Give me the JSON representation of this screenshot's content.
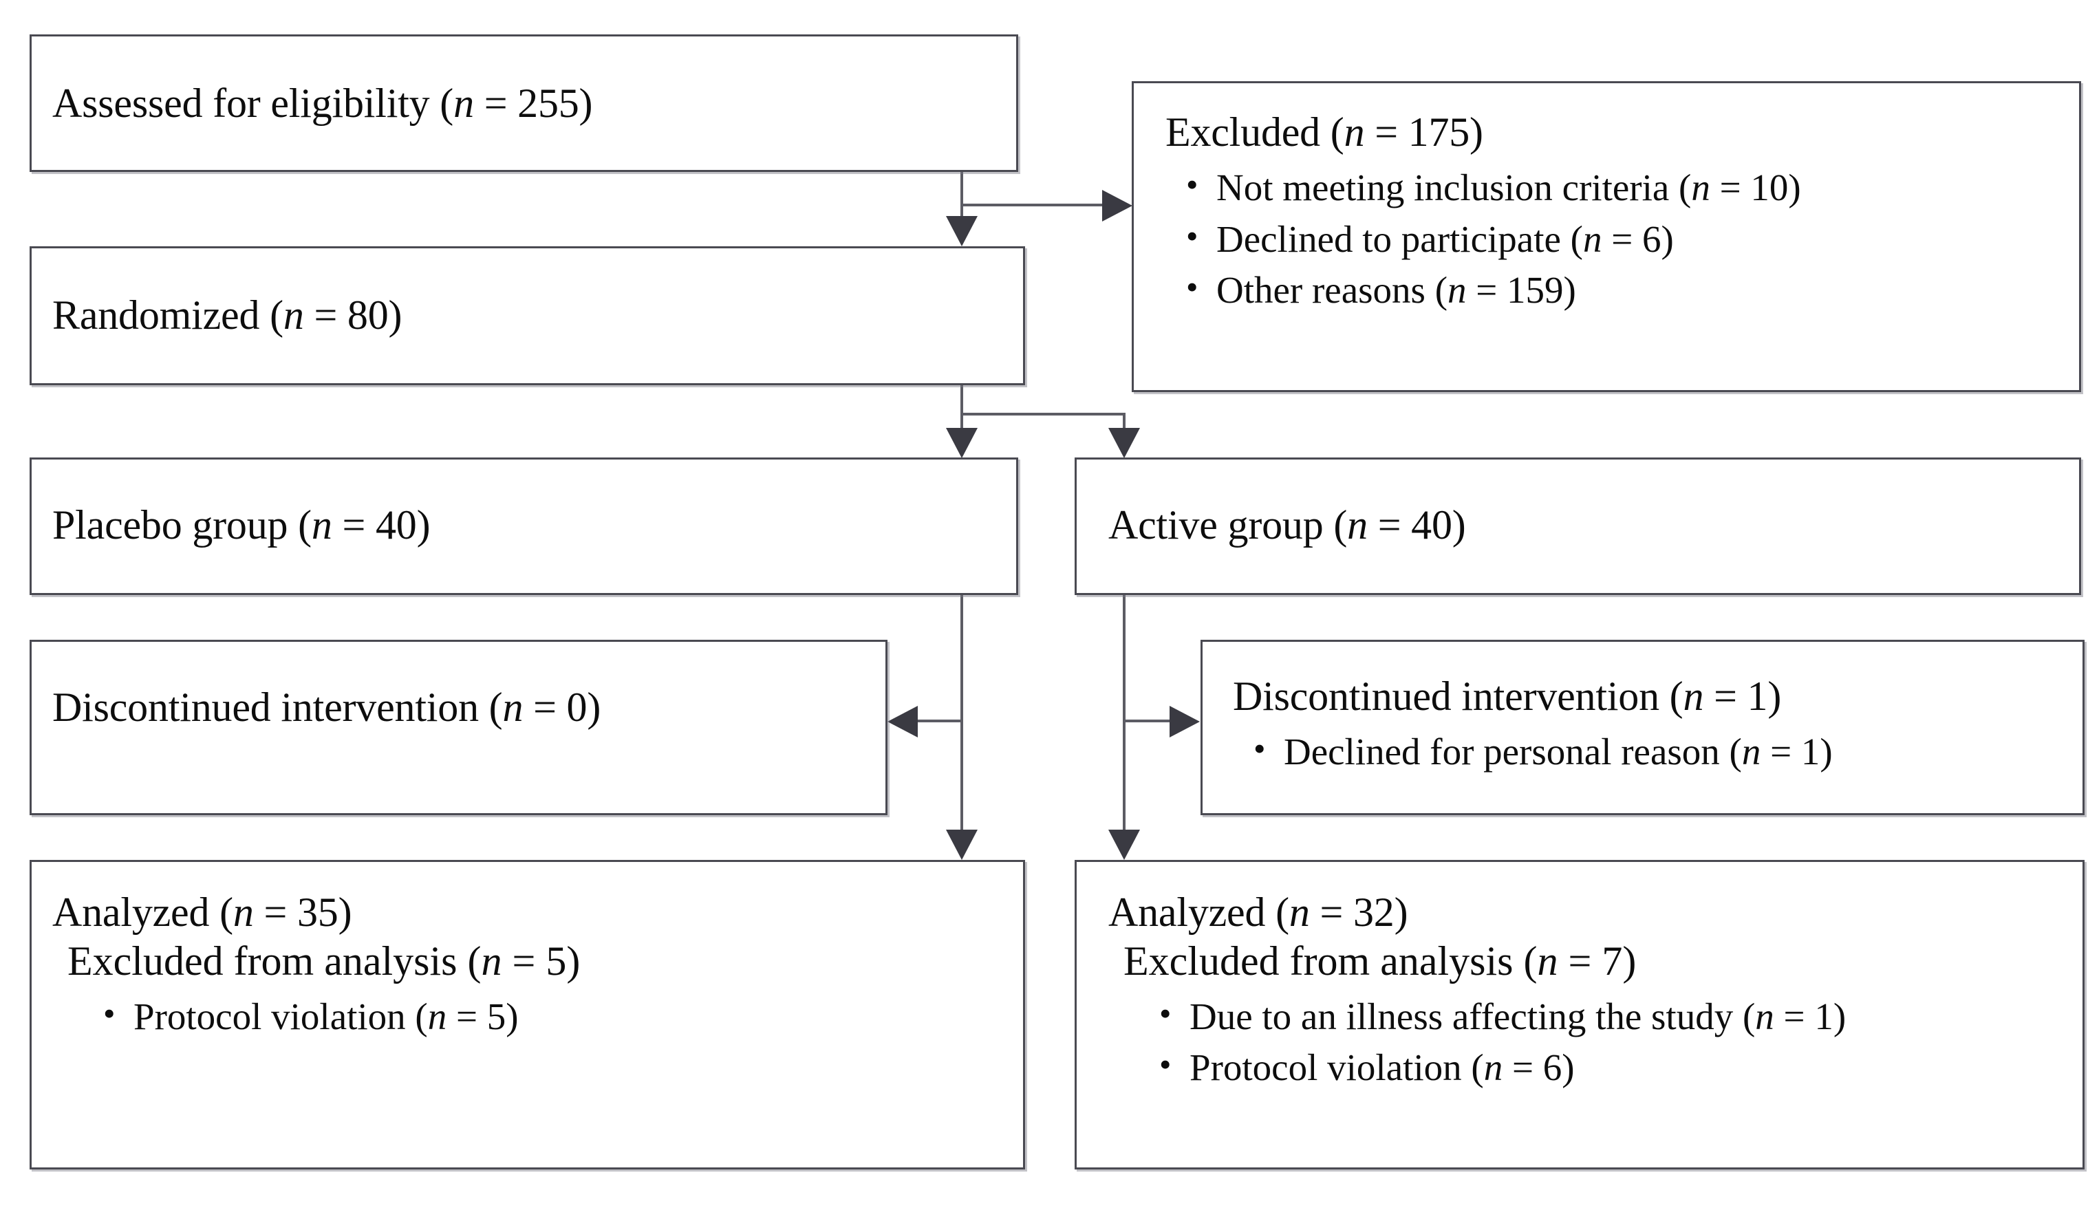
{
  "diagram": {
    "type": "consort-flow-diagram",
    "title": "CONSORT participant flow",
    "colors": {
      "box_border": "#4a4a52",
      "connector": "#5c5c64",
      "arrow_fill": "#3a3a42",
      "background": "#ffffff",
      "text": "#0d0d0d"
    }
  },
  "nodes": {
    "assessed": {
      "label": "Assessed for eligibility",
      "n_prefix": "(",
      "n_var": "n",
      "n_eq": " = ",
      "n_value": "255",
      "n_suffix": ")",
      "full_text": "Assessed for eligibility (n = 255)"
    },
    "excluded": {
      "label": "Excluded",
      "n_var": "n",
      "n_value": "175",
      "full_text": "Excluded (n = 175)",
      "reasons": [
        {
          "label": "Not meeting inclusion criteria",
          "n_var": "n",
          "n_value": "10",
          "full_text": "Not meeting inclusion criteria (n = 10)"
        },
        {
          "label": "Declined to participate",
          "n_var": "n",
          "n_value": "6",
          "full_text": "Declined to participate (n = 6)"
        },
        {
          "label": "Other reasons",
          "n_var": "n",
          "n_value": "159",
          "full_text": "Other reasons (n = 159)"
        }
      ]
    },
    "randomized": {
      "label": "Randomized",
      "n_var": "n",
      "n_value": "80",
      "full_text": "Randomized (n = 80)"
    },
    "placebo_group": {
      "label": "Placebo group",
      "n_var": "n",
      "n_value": "40",
      "full_text": "Placebo group (n = 40)"
    },
    "active_group": {
      "label": "Active group",
      "n_var": "n",
      "n_value": "40",
      "full_text": "Active group (n = 40)"
    },
    "placebo_discontinued": {
      "label": "Discontinued intervention",
      "n_var": "n",
      "n_value": "0",
      "full_text": "Discontinued intervention (n = 0)",
      "reasons": []
    },
    "active_discontinued": {
      "label": "Discontinued intervention",
      "n_var": "n",
      "n_value": "1",
      "full_text": "Discontinued intervention (n = 1)",
      "reasons": [
        {
          "label": "Declined for personal reason",
          "n_var": "n",
          "n_value": "1",
          "full_text": "Declined for personal reason (n = 1)"
        }
      ]
    },
    "placebo_analyzed": {
      "label": "Analyzed",
      "n_var": "n",
      "n_value": "35",
      "full_text": "Analyzed (n = 35)",
      "excluded_label": "Excluded from analysis",
      "excluded_n_var": "n",
      "excluded_n_value": "5",
      "excluded_full_text": "Excluded from analysis (n = 5)",
      "reasons": [
        {
          "label": "Protocol violation",
          "n_var": "n",
          "n_value": "5",
          "full_text": "Protocol violation (n = 5)"
        }
      ]
    },
    "active_analyzed": {
      "label": "Analyzed",
      "n_var": "n",
      "n_value": "32",
      "full_text": "Analyzed (n = 32)",
      "excluded_label": "Excluded from analysis",
      "excluded_n_var": "n",
      "excluded_n_value": "7",
      "excluded_full_text": "Excluded from analysis (n = 7)",
      "reasons": [
        {
          "label": "Due to an illness affecting the study",
          "n_var": "n",
          "n_value": "1",
          "full_text": "Due to an illness affecting the study (n = 1)"
        },
        {
          "label": "Protocol violation",
          "n_var": "n",
          "n_value": "6",
          "full_text": "Protocol violation (n = 6)"
        }
      ]
    }
  },
  "edges": [
    {
      "from": "assessed",
      "to": "randomized",
      "kind": "arrow-down"
    },
    {
      "from": "assessed",
      "to": "excluded",
      "kind": "arrow-right"
    },
    {
      "from": "randomized",
      "to": "placebo_group",
      "kind": "arrow-down"
    },
    {
      "from": "randomized",
      "to": "active_group",
      "kind": "arrow-down"
    },
    {
      "from": "placebo_group",
      "to": "placebo_discontinued",
      "kind": "arrow-left"
    },
    {
      "from": "placebo_group",
      "to": "placebo_analyzed",
      "kind": "arrow-down"
    },
    {
      "from": "active_group",
      "to": "active_discontinued",
      "kind": "arrow-right"
    },
    {
      "from": "active_group",
      "to": "active_analyzed",
      "kind": "arrow-down"
    }
  ]
}
